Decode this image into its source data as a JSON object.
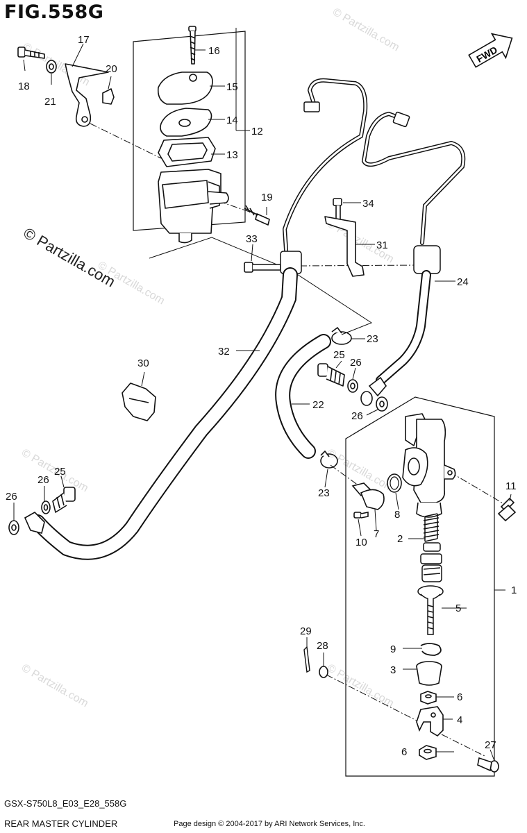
{
  "figure_title": "FIG.558G",
  "footer": {
    "model_code": "GSX-S750L8_E03_E28_558G",
    "diagram_name": "REAR MASTER CYLINDER",
    "copyright": "Page design © 2004-2017 by ARI Network Services, Inc."
  },
  "watermark": "© Partzilla.com",
  "fwd_label": "FWD",
  "callouts": [
    "1",
    "2",
    "3",
    "4",
    "5",
    "6",
    "6",
    "7",
    "8",
    "9",
    "10",
    "11",
    "12",
    "13",
    "14",
    "15",
    "16",
    "17",
    "18",
    "19",
    "20",
    "21",
    "22",
    "23",
    "23",
    "24",
    "25",
    "25",
    "26",
    "26",
    "26",
    "26",
    "27",
    "28",
    "29",
    "30",
    "31",
    "32",
    "33",
    "34"
  ],
  "colors": {
    "line": "#111111",
    "watermark": "#d9d9d9",
    "background": "#ffffff"
  }
}
